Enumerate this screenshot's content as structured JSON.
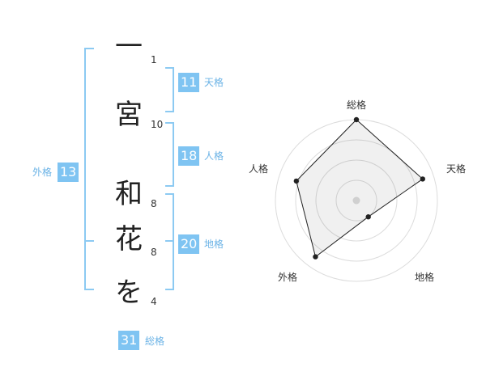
{
  "name_chars": [
    "一",
    "宮",
    "和",
    "花",
    "を"
  ],
  "stroke_counts": [
    "1",
    "10",
    "8",
    "8",
    "4"
  ],
  "gokaku": {
    "tenkaku": {
      "value": "11",
      "label": "天格"
    },
    "jinkaku": {
      "value": "18",
      "label": "人格"
    },
    "chikaku": {
      "value": "20",
      "label": "地格"
    },
    "gaikaku": {
      "value": "13",
      "label": "外格"
    },
    "soukaku": {
      "value": "31",
      "label": "総格"
    }
  },
  "colors": {
    "accent": "#7fc4f2",
    "bracket": "#8ccaf2",
    "label": "#6bb3e6"
  },
  "chart_data": {
    "type": "radar",
    "axes": [
      "総格",
      "天格",
      "地格",
      "外格",
      "人格"
    ],
    "values": [
      1.0,
      0.86,
      0.25,
      0.86,
      0.78
    ],
    "rmax": 1.0,
    "rings": 4
  }
}
